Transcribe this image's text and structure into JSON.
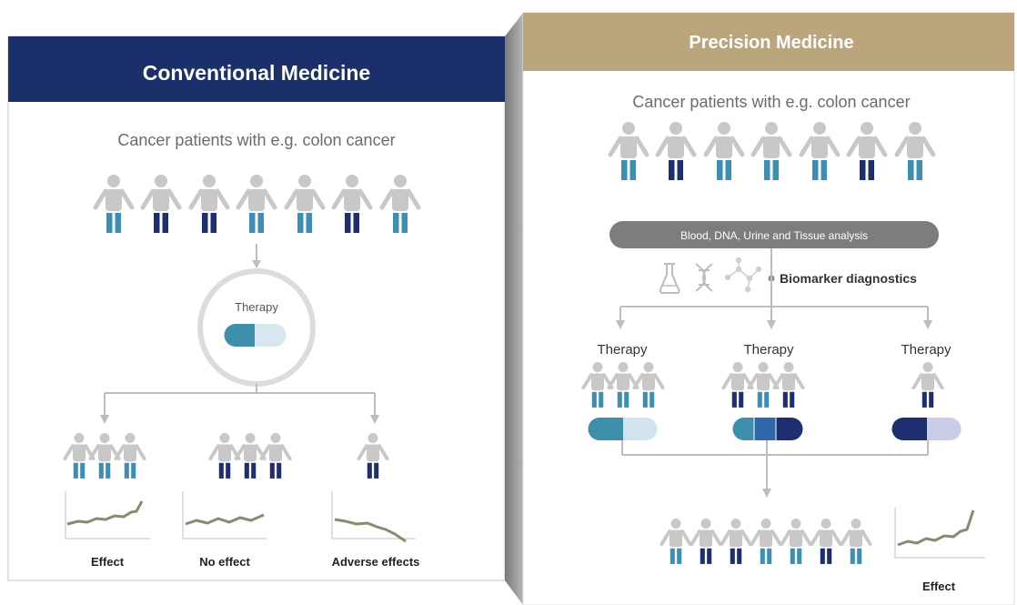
{
  "conventional": {
    "title": "Conventional Medicine",
    "patients_label": "Cancer patients with e.g. colon cancer",
    "therapy_label": "Therapy",
    "outcomes": [
      {
        "label": "Effect"
      },
      {
        "label": "No effect"
      },
      {
        "label": "Adverse effects"
      }
    ]
  },
  "precision": {
    "title": "Precision Medicine",
    "patients_label": "Cancer patients with e.g. colon cancer",
    "analysis_label": "Blood, DNA, Urine and Tissue analysis",
    "biomarker_label": "Biomarker diagnostics",
    "therapies": [
      {
        "label": "Therapy"
      },
      {
        "label": "Therapy"
      },
      {
        "label": "Therapy"
      }
    ],
    "result_label": "Effect"
  },
  "colors": {
    "navy": "#1b2f6b",
    "gold": "#bba57c",
    "gray_bar": "#7d7d7d",
    "person_body": "#c8c8c8",
    "leg_light": "#3b8fb5",
    "leg_dark": "#1d2f6e",
    "pill_teal": "#3d8fac",
    "pill_light": "#cfe3ec",
    "pill_blue": "#2f68a8",
    "pill_lavender": "#c9cde5",
    "line_curve": "#8a8a6e"
  }
}
